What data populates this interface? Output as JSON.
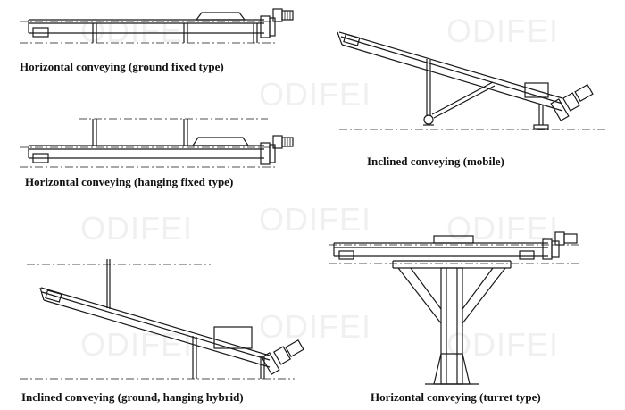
{
  "watermark": "ODIFEI",
  "panels": {
    "ground_fixed": {
      "caption": "Horizontal conveying (ground fixed type)"
    },
    "hanging_fixed": {
      "caption": "Horizontal conveying (hanging fixed type)"
    },
    "inclined_mobile": {
      "caption": "Inclined conveying (mobile)"
    },
    "inclined_hybrid": {
      "caption": "Inclined conveying (ground, hanging hybrid)"
    },
    "turret": {
      "caption": "Horizontal conveying (turret type)"
    }
  }
}
